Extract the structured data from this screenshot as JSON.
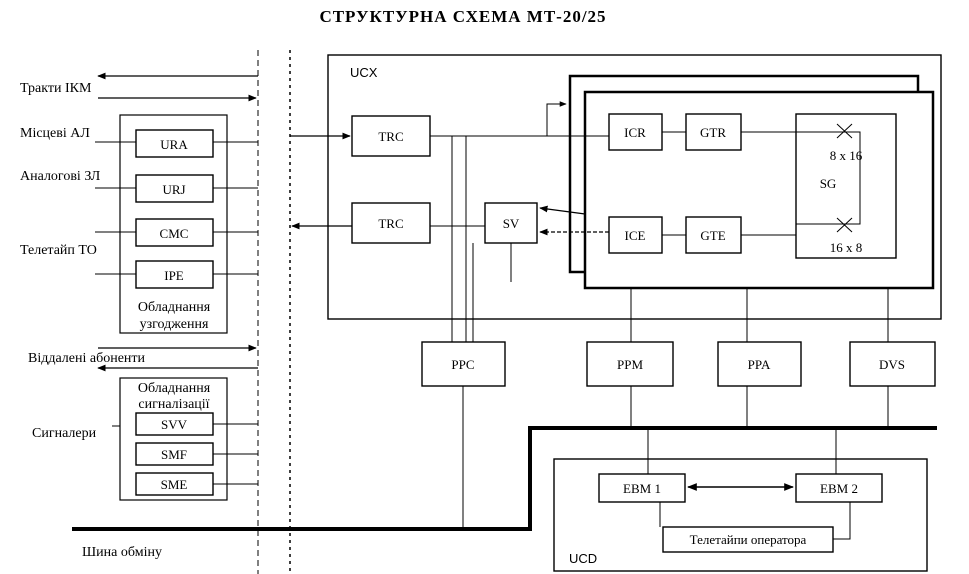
{
  "title": "СТРУКТУРНА  СХЕМА  МТ-20/25",
  "left_labels": {
    "trakty": "Тракти ІКМ",
    "mistsevi": "Місцеві АЛ",
    "analogovi": "Аналогові ЗЛ",
    "teletaip": "Телетайп ТО",
    "viddaleni": "Віддалені  абоненти",
    "syhnalery": "Сигналери",
    "shyna": "Шина  обміну"
  },
  "matching": {
    "caption_1": "Обладнання",
    "caption_2": "узгодження",
    "blocks": [
      "URA",
      "URJ",
      "CMC",
      "IPE"
    ]
  },
  "signaling": {
    "caption_1": "Обладнання",
    "caption_2": "сигналізації",
    "blocks": [
      "SVV",
      "SMF",
      "SME"
    ]
  },
  "ucx": {
    "label": "UCX",
    "trc_top": "TRC",
    "trc_bottom": "TRC",
    "sv": "SV",
    "icr": "ICR",
    "ice": "ICE",
    "gtr": "GTR",
    "gte": "GTE",
    "sg": "SG",
    "sg_in": "8 x 16",
    "sg_out": "16 x 8"
  },
  "periphery": [
    "PPC",
    "PPM",
    "PPA",
    "DVS"
  ],
  "ucd": {
    "label": "UCD",
    "ebm1": "EBM 1",
    "ebm2": "EBM 2",
    "operator": "Телетайпи оператора"
  },
  "colors": {
    "ink": "#000000",
    "paper": "#ffffff"
  }
}
